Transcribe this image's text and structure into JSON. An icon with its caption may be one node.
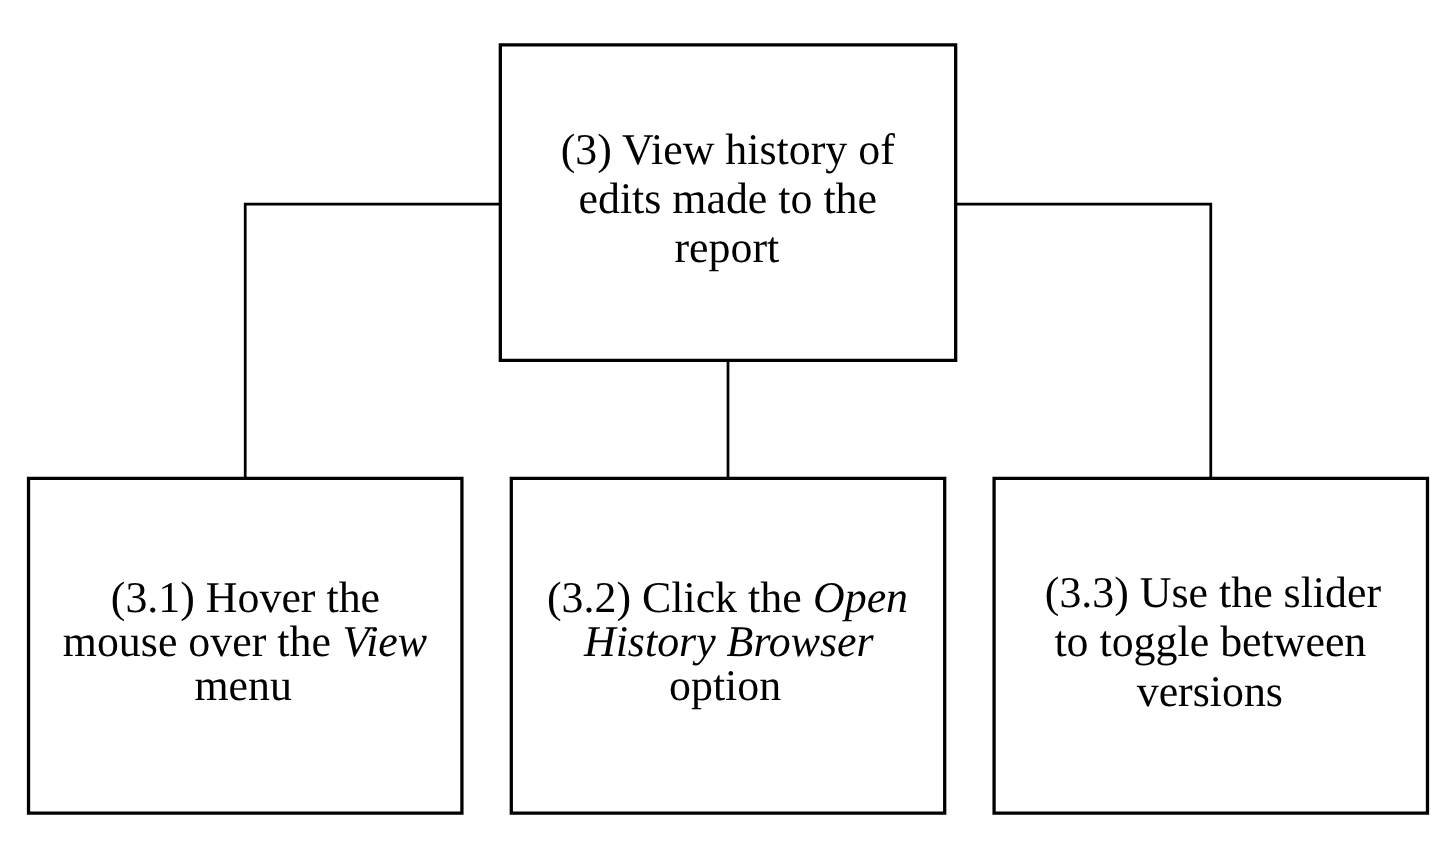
{
  "diagram": {
    "nodes": [
      {
        "text": [
          "(3) View history of edits made to the report"
        ]
      },
      {
        "text": [
          "(3.1) Hover the mouse over the *View* menu"
        ]
      },
      {
        "text": [
          "(3.2) Click the *Open History Browser* option"
        ]
      },
      {
        "text": [
          "(3.3) Use the slider to toggle between versions"
        ]
      }
    ],
    "edges": [
      {
        "from": 0,
        "to": 1,
        "arrow": "none"
      },
      {
        "from": 0,
        "to": 2,
        "arrow": "none"
      },
      {
        "from": 0,
        "to": 3,
        "arrow": "none"
      }
    ]
  }
}
